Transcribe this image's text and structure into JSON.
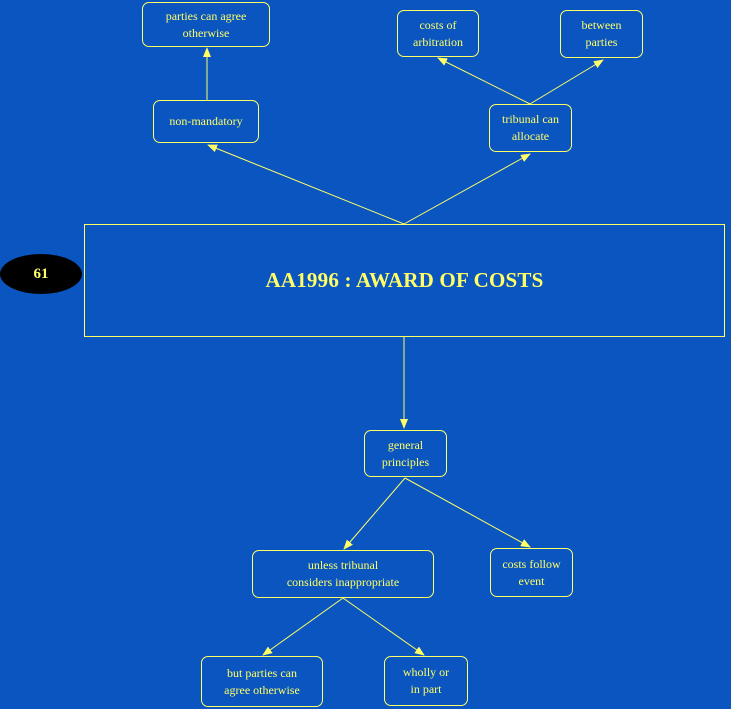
{
  "colors": {
    "background": "#0a55c0",
    "accent": "#ffff66",
    "badge_bg": "#000000"
  },
  "badge": {
    "number": "61"
  },
  "main": {
    "title": "AA1996 : AWARD OF COSTS"
  },
  "nodes": {
    "parties_agree_top": [
      "parties can agree",
      "otherwise"
    ],
    "non_mandatory": [
      "non-mandatory"
    ],
    "costs_of_arbitration": [
      "costs of",
      "arbitration"
    ],
    "between_parties": [
      "between",
      "parties"
    ],
    "tribunal_allocate": [
      "tribunal can",
      "allocate"
    ],
    "general_principles": [
      "general",
      "principles"
    ],
    "unless_tribunal": [
      "unless tribunal",
      "considers inappropriate"
    ],
    "costs_follow_event": [
      "costs follow",
      "event"
    ],
    "but_parties_agree": [
      "but parties can",
      "agree otherwise"
    ],
    "wholly_in_part": [
      "wholly or",
      "in part"
    ]
  },
  "edges": [
    {
      "from": "main",
      "to": "non_mandatory"
    },
    {
      "from": "main",
      "to": "tribunal_allocate"
    },
    {
      "from": "non_mandatory",
      "to": "parties_agree_top"
    },
    {
      "from": "tribunal_allocate",
      "to": "costs_of_arbitration"
    },
    {
      "from": "tribunal_allocate",
      "to": "between_parties"
    },
    {
      "from": "main",
      "to": "general_principles"
    },
    {
      "from": "general_principles",
      "to": "unless_tribunal"
    },
    {
      "from": "general_principles",
      "to": "costs_follow_event"
    },
    {
      "from": "unless_tribunal",
      "to": "but_parties_agree"
    },
    {
      "from": "unless_tribunal",
      "to": "wholly_in_part"
    }
  ]
}
